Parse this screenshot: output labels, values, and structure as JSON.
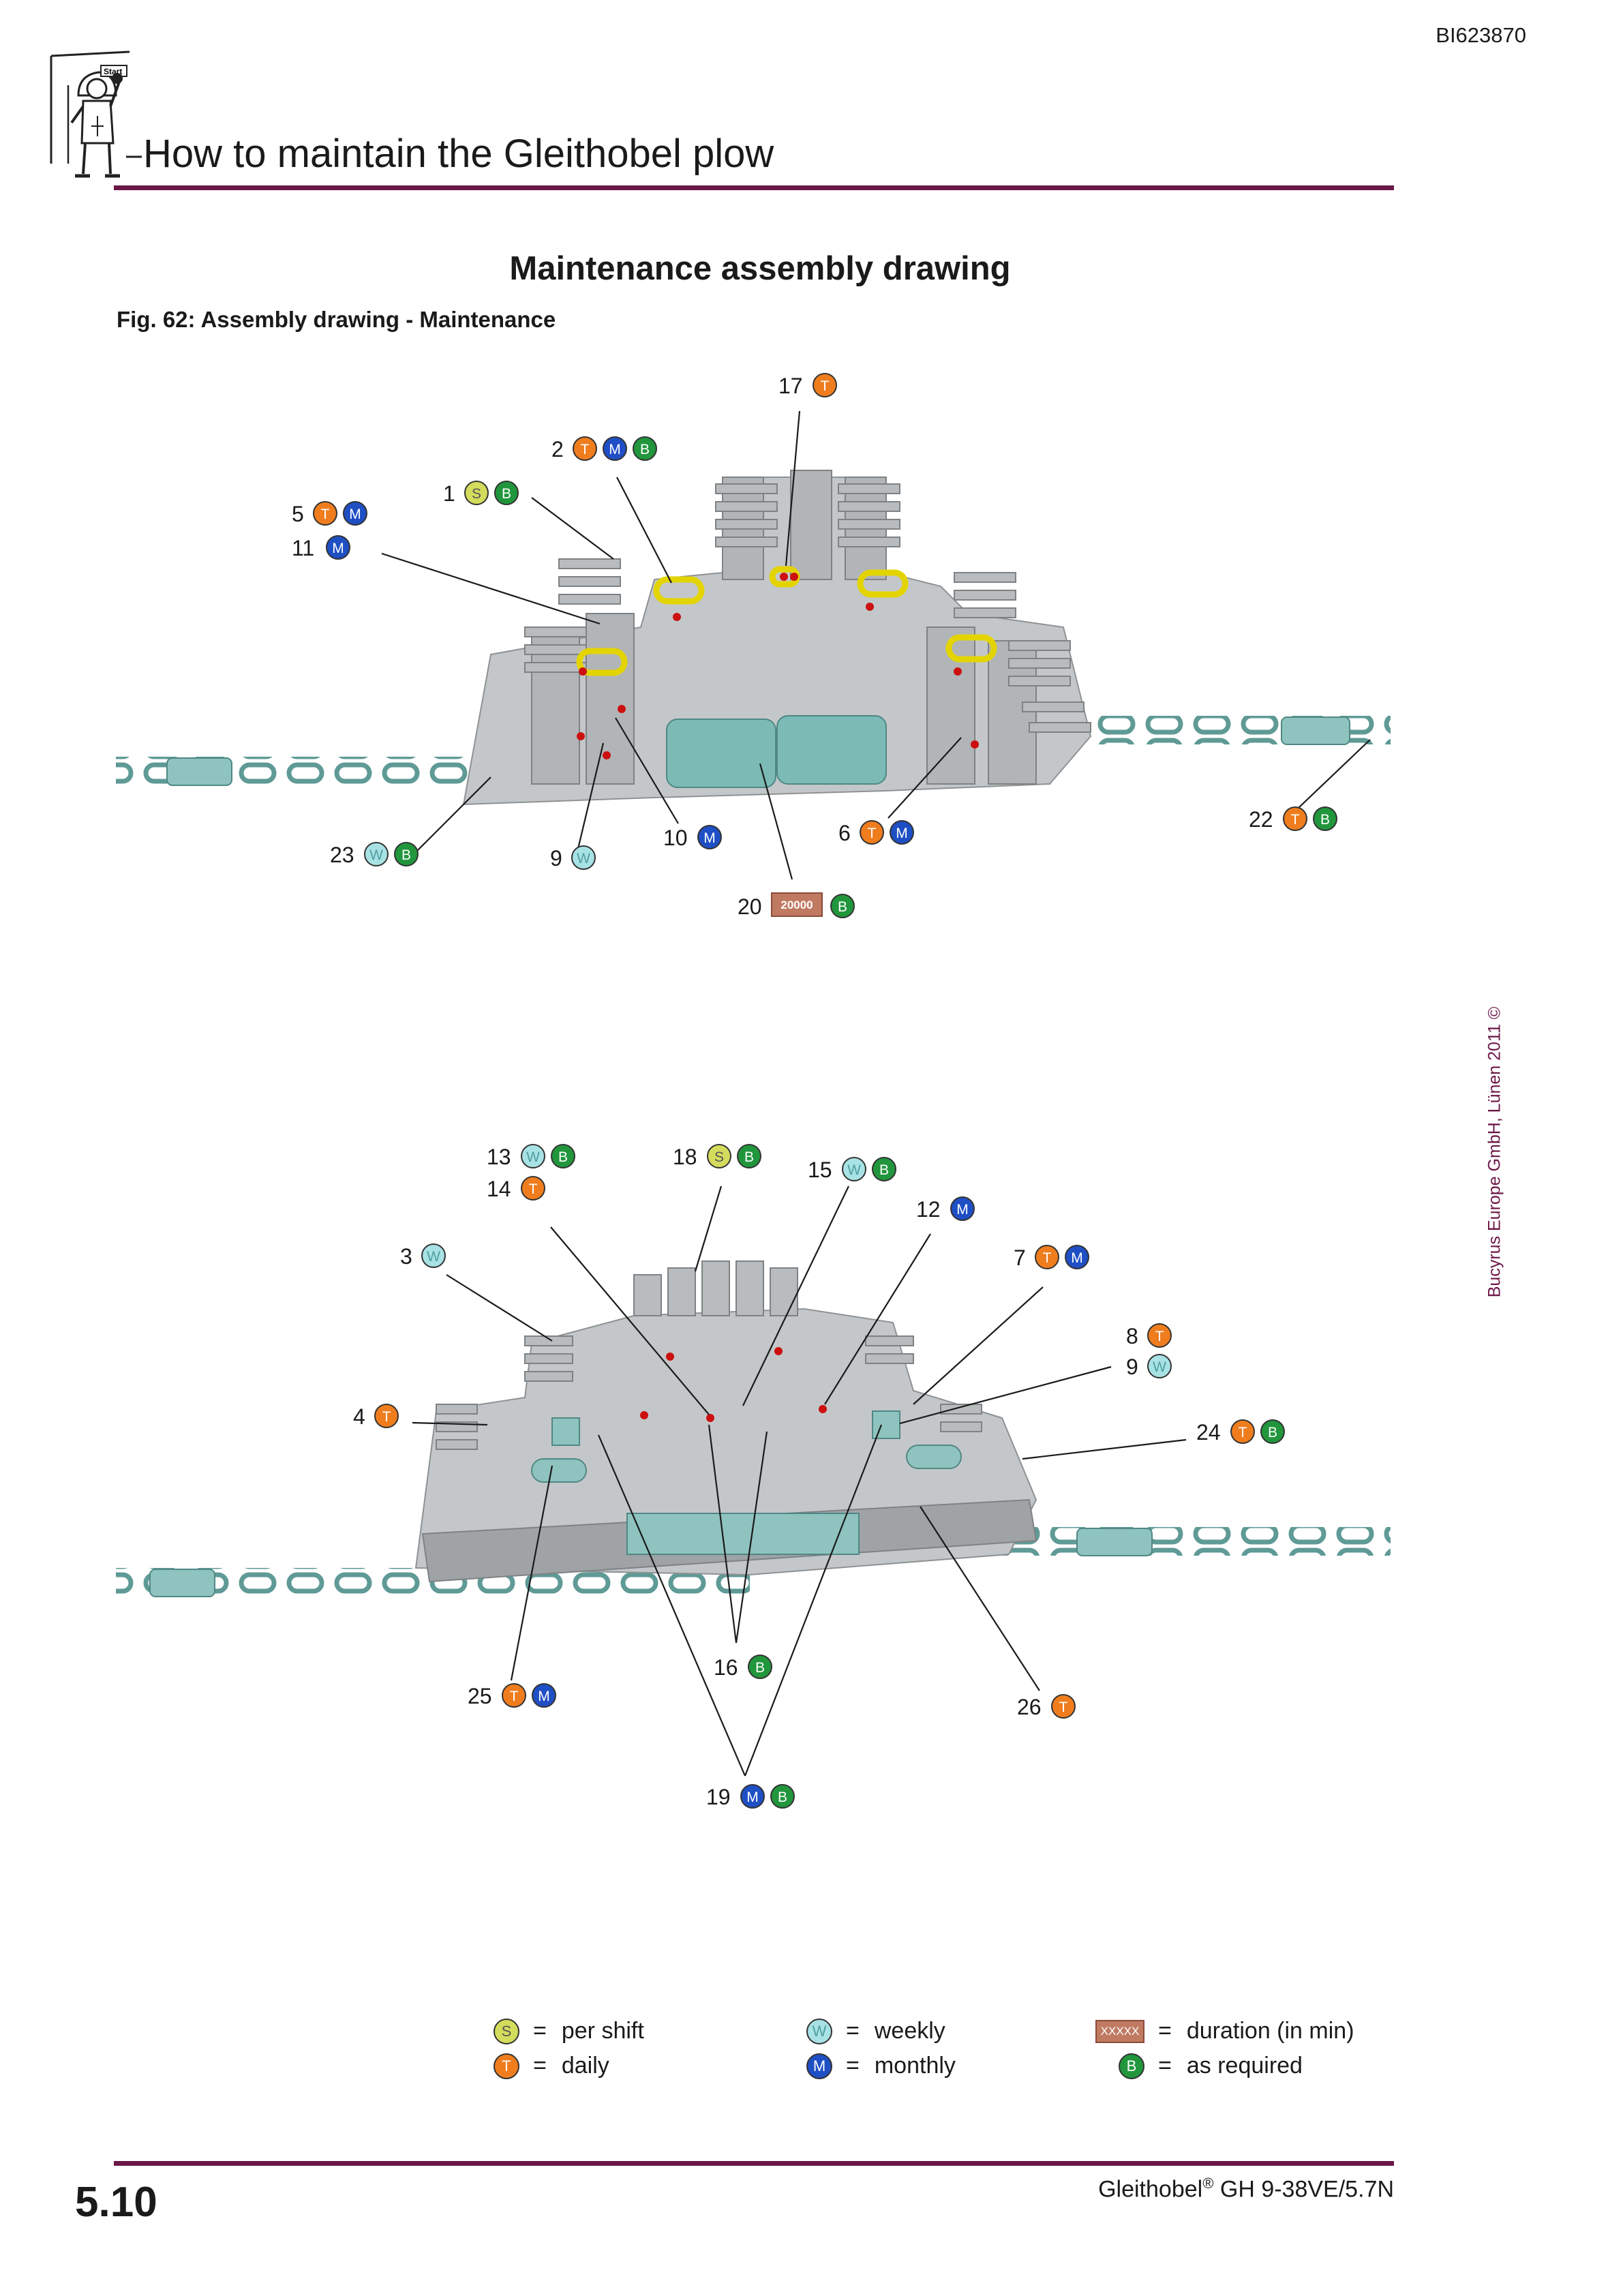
{
  "doc_id": "BI623870",
  "header": {
    "title": "How to maintain the Gleithobel plow",
    "pictogram": "worker-start-pictogram",
    "pictogram_label": "Start"
  },
  "section_heading": "Maintenance assembly drawing",
  "figure_caption": "Fig. 62:  Assembly drawing - Maintenance",
  "copyright": "Bucyrus Europe GmbH, Lünen 2011 ©",
  "colors": {
    "rule": "#6b1747",
    "S": "#d4dc5c",
    "T": "#ef7d1e",
    "W": "#a8e2e4",
    "M": "#1f4fc4",
    "B": "#21963c",
    "duration": "#c17a62",
    "steel": "#c4c7c9",
    "chain": "#7fb5b0"
  },
  "callouts_top": [
    {
      "num": "17",
      "codes": [
        "T"
      ]
    },
    {
      "num": "2",
      "codes": [
        "T",
        "M",
        "B"
      ]
    },
    {
      "num": "1",
      "codes": [
        "S",
        "B"
      ]
    },
    {
      "num": "5",
      "codes": [
        "T",
        "M"
      ]
    },
    {
      "num": "11",
      "codes": [
        "M"
      ]
    },
    {
      "num": "23",
      "codes": [
        "W",
        "B"
      ]
    },
    {
      "num": "9",
      "codes": [
        "W"
      ]
    },
    {
      "num": "10",
      "codes": [
        "M"
      ]
    },
    {
      "num": "6",
      "codes": [
        "T",
        "M"
      ]
    },
    {
      "num": "22",
      "codes": [
        "T",
        "B"
      ]
    },
    {
      "num": "20",
      "duration": "20000",
      "codes": [
        "B"
      ]
    }
  ],
  "callouts_bottom": [
    {
      "num": "13",
      "codes": [
        "W",
        "B"
      ]
    },
    {
      "num": "14",
      "codes": [
        "T"
      ]
    },
    {
      "num": "18",
      "codes": [
        "S",
        "B"
      ]
    },
    {
      "num": "15",
      "codes": [
        "W",
        "B"
      ]
    },
    {
      "num": "12",
      "codes": [
        "M"
      ]
    },
    {
      "num": "7",
      "codes": [
        "T",
        "M"
      ]
    },
    {
      "num": "3",
      "codes": [
        "W"
      ]
    },
    {
      "num": "8",
      "codes": [
        "T"
      ]
    },
    {
      "num": "9",
      "codes": [
        "W"
      ]
    },
    {
      "num": "4",
      "codes": [
        "T"
      ]
    },
    {
      "num": "24",
      "codes": [
        "T",
        "B"
      ]
    },
    {
      "num": "16",
      "codes": [
        "B"
      ]
    },
    {
      "num": "25",
      "codes": [
        "T",
        "M"
      ]
    },
    {
      "num": "26",
      "codes": [
        "T"
      ]
    },
    {
      "num": "19",
      "codes": [
        "M",
        "B"
      ]
    }
  ],
  "legend": [
    {
      "code": "S",
      "label": "per shift"
    },
    {
      "code": "T",
      "label": "daily"
    },
    {
      "code": "W",
      "label": "weekly"
    },
    {
      "code": "M",
      "label": "monthly"
    },
    {
      "code": "X",
      "symbol": "XXXXX",
      "label": "duration (in min)"
    },
    {
      "code": "B",
      "label": "as required"
    }
  ],
  "legend_eq": "=",
  "footer": {
    "page_number": "5.10",
    "product": "Gleithobel",
    "product_mark": "®",
    "product_model": "GH 9-38VE/5.7N"
  }
}
